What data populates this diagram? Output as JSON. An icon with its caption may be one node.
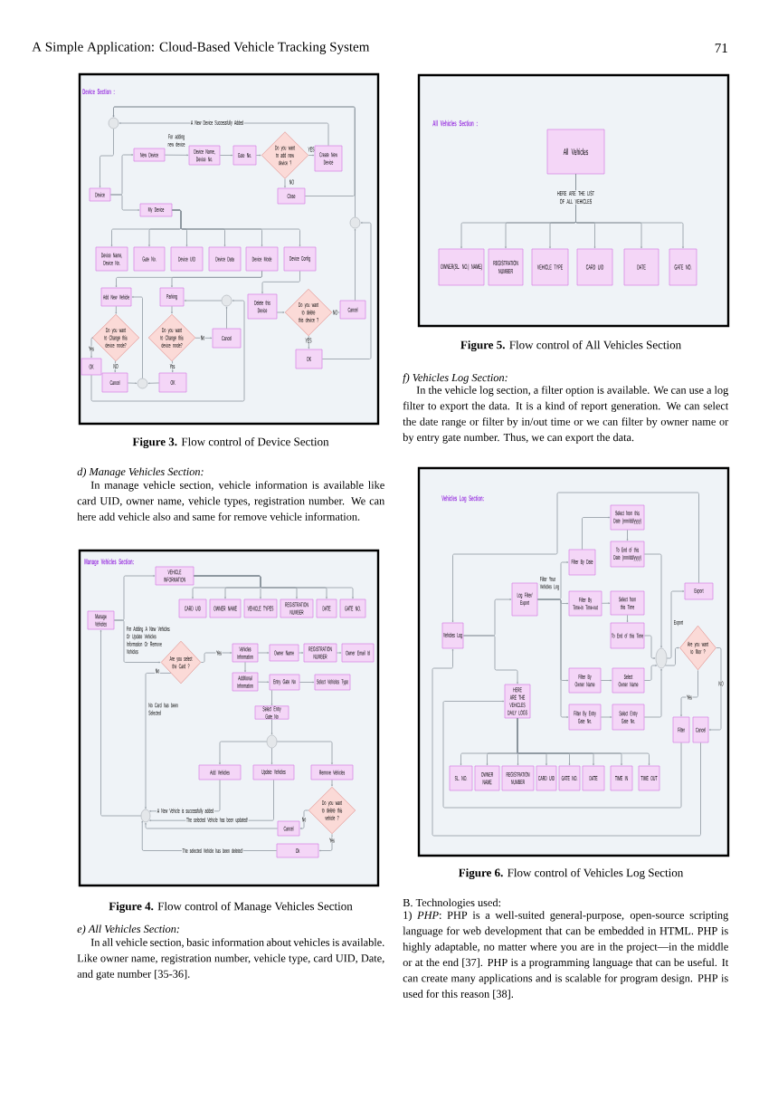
{
  "diagram": {
    "title": "A Simple Application: Cloud-Based Vehicle Tracking System",
    "nodes": [
      {
        "text": [
          "Device Section :"
        ],
        "beside": [
          "**Figure 3.** Flow control of Device Section"
        ]
      },
      {
        "text": [],
        "shape": "circle",
        "in": 0
      },
      {
        "text": [
          "Device"
        ],
        "in": 0
      },
      {
        "text": [
          "New Device"
        ],
        "in": 0
      },
      {
        "text": [
          "My Device"
        ],
        "in": 0
      },
      {
        "text": [
          "Device Name, Device No."
        ],
        "in": 0
      },
      {
        "text": [
          "Gate No."
        ],
        "in": 0
      },
      {
        "text": [
          "Do you want to add new device ?"
        ],
        "in": 0
      },
      {
        "text": [
          "Create New Device"
        ],
        "in": 0
      },
      {
        "text": [
          "Close"
        ],
        "in": 0
      },
      {
        "text": [],
        "shape": "circle",
        "in": 0
      },
      {
        "text": [
          "Device Name, Device No."
        ],
        "in": 0
      },
      {
        "text": [
          "Gate No."
        ],
        "in": 0
      },
      {
        "text": [
          "Device UID"
        ],
        "in": 0
      },
      {
        "text": [
          "Device Data"
        ],
        "in": 0
      },
      {
        "text": [
          "Device Mode"
        ],
        "in": 0
      },
      {
        "text": [
          "Device Config"
        ],
        "in": 0
      },
      {
        "text": [
          "Add New Vehicle"
        ],
        "in": 0
      },
      {
        "text": [
          "Parking"
        ],
        "in": 0
      },
      {
        "text": [],
        "shape": "circle",
        "in": 0
      },
      {
        "text": [
          "Delete this Device"
        ],
        "in": 0
      },
      {
        "text": [
          "Do you want to delete this device ?"
        ],
        "in": 0
      },
      {
        "text": [
          "Cancel"
        ],
        "in": 0
      },
      {
        "text": [
          "Do you want to Change this device mode?"
        ],
        "in": 0
      },
      {
        "text": [
          "Do you want to Change this device mode?"
        ],
        "in": 0
      },
      {
        "text": [
          "Cancel"
        ],
        "in": 0
      },
      {
        "text": [
          "OK"
        ],
        "in": 0
      },
      {
        "text": [
          "OK"
        ],
        "in": 0
      },
      {
        "text": [
          "Cancel"
        ],
        "in": 0
      },
      {
        "text": [],
        "shape": "circle",
        "in": 0
      },
      {
        "text": [
          "OK"
        ],
        "in": 0
      },
      {
        "text": [
          "Manage Vehicles Section:"
        ],
        "beside": [
          "**Figure 4.** Flow control of Manage Vehicles Section"
        ]
      },
      {
        "text": [
          "VEHICLE INFORMATION"
        ],
        "in": 31
      },
      {
        "text": [
          "CARD UID"
        ],
        "in": 31
      },
      {
        "text": [
          "OWNER NAME"
        ],
        "in": 31
      },
      {
        "text": [
          "VEHICLE TYPES"
        ],
        "in": 31
      },
      {
        "text": [
          "REGISTRATION NUMBER"
        ],
        "in": 31
      },
      {
        "text": [
          "DATE"
        ],
        "in": 31
      },
      {
        "text": [
          "GATE NO."
        ],
        "in": 31
      },
      {
        "text": [
          "Manage Vehicles"
        ],
        "in": 31
      },
      {
        "text": [
          "Are you select the Card ?"
        ],
        "in": 31
      },
      {
        "text": [
          "Vehicles Information"
        ],
        "in": 31
      },
      {
        "text": [
          "Owner Name"
        ],
        "in": 31
      },
      {
        "text": [
          "REGISTRATION NUMBER"
        ],
        "in": 31
      },
      {
        "text": [
          "Owner Email Id"
        ],
        "in": 31
      },
      {
        "text": [
          "Additional Information"
        ],
        "in": 31
      },
      {
        "text": [
          "Entry Gate No"
        ],
        "in": 31
      },
      {
        "text": [
          "Select Vehicles Type"
        ],
        "in": 31
      },
      {
        "text": [
          "Select Entry Gate No"
        ],
        "in": 31
      },
      {
        "text": [],
        "shape": "circle",
        "in": 31
      },
      {
        "text": [
          "Add Vehicles"
        ],
        "in": 31
      },
      {
        "text": [
          "Update Vehicles"
        ],
        "in": 31
      },
      {
        "text": [
          "Remove Vehicles"
        ],
        "in": 31
      },
      {
        "text": [
          "Do you want to delete this vehicle ?"
        ],
        "in": 31
      },
      {
        "text": [],
        "shape": "circle",
        "in": 31
      },
      {
        "text": [
          "Cancel"
        ],
        "in": 31
      },
      {
        "text": [
          "Ok"
        ],
        "in": 31
      },
      {
        "text": [
          "All Vehicles Section :"
        ],
        "beside": [
          "**Figure 5.** Flow control of All Vehicles Section"
        ]
      },
      {
        "text": [
          "All Vehicles"
        ],
        "in": 57
      },
      {
        "text": [
          "OWNER(SL. NO.| NAME)"
        ],
        "in": 57
      },
      {
        "text": [
          "REGISTRATION NUMBER"
        ],
        "in": 57
      },
      {
        "text": [
          "VEHICLE TYPE"
        ],
        "in": 57
      },
      {
        "text": [
          "CARD UID"
        ],
        "in": 57
      },
      {
        "text": [
          "DATE"
        ],
        "in": 57
      },
      {
        "text": [
          "GATE NO."
        ],
        "in": 57
      },
      {
        "text": [
          "Vehicles Log Section:"
        ],
        "beside": [
          "**Figure 6.** Flow control of Vehicles Log Section"
        ]
      },
      {
        "text": [
          "Select from this Date (mm/dd/yyyy)"
        ],
        "in": 65
      },
      {
        "text": [
          "To End of this Date (mm/dd/yyyy)"
        ],
        "in": 65
      },
      {
        "text": [
          "Filter By Date"
        ],
        "in": 65
      },
      {
        "text": [
          "Log Filter/ Export"
        ],
        "in": 65
      },
      {
        "text": [
          "Export"
        ],
        "in": 65
      },
      {
        "text": [
          "Filter By Time-in Time-out"
        ],
        "in": 65
      },
      {
        "text": [
          "Select from this Time"
        ],
        "in": 65
      },
      {
        "text": [
          "Vehicles Log"
        ],
        "in": 65
      },
      {
        "text": [
          "To End of this Time"
        ],
        "in": 65
      },
      {
        "text": [
          "Are you want to filter ?"
        ],
        "in": 65
      },
      {
        "text": [],
        "shape": "circle",
        "in": 65
      },
      {
        "text": [
          "Filter By Owner Name"
        ],
        "in": 65
      },
      {
        "text": [
          "Select Owner Name"
        ],
        "in": 65
      },
      {
        "text": [
          "HERE ARE THE VEHICLES DAILY LOGS"
        ],
        "in": 65
      },
      {
        "text": [
          "Filter By Entry Gate No."
        ],
        "in": 65
      },
      {
        "text": [
          "Select Entry Gate No."
        ],
        "in": 65
      },
      {
        "text": [
          "Filter"
        ],
        "in": 65
      },
      {
        "text": [
          "Cancel"
        ],
        "in": 65
      },
      {
        "text": [
          "SL. NO."
        ],
        "in": 65
      },
      {
        "text": [
          "OWNER NAME"
        ],
        "in": 65
      },
      {
        "text": [
          "REGISTRATION NUMBER"
        ],
        "in": 65
      },
      {
        "text": [
          "CARD UID"
        ],
        "in": 65
      },
      {
        "text": [
          "GATE NO."
        ],
        "in": 65
      },
      {
        "text": [
          "DATE"
        ],
        "in": 65
      },
      {
        "text": [
          "TIME IN"
        ],
        "in": 65
      },
      {
        "text": [
          "TIME OUT"
        ],
        "in": 65
      }
    ],
    "edges": [
      {
        "from": 1,
        "to": 2,
        "arrow": "to"
      },
      {
        "from": 2,
        "to": 3,
        "arrow": "to"
      },
      {
        "from": 2,
        "to": 4,
        "arrow": "to"
      },
      {
        "from": 3,
        "to": 5,
        "arrow": "to",
        "label": "For adding new device"
      },
      {
        "from": 5,
        "to": 6,
        "arrow": "to"
      },
      {
        "from": 6,
        "to": 7,
        "arrow": "to"
      },
      {
        "from": 7,
        "to": 8,
        "arrow": "to",
        "label": "YES"
      },
      {
        "from": 7,
        "to": 9,
        "arrow": "to",
        "label": "NO"
      },
      {
        "from": 8,
        "to": 1,
        "arrow": "to",
        "label": "A New Device Successfully Added"
      },
      {
        "from": 9,
        "to": 1,
        "arrow": "to"
      },
      {
        "from": 10,
        "to": 1,
        "arrow": "to"
      },
      {
        "from": 4,
        "to": 11,
        "arrow": "to"
      },
      {
        "from": 4,
        "to": 12,
        "arrow": "to"
      },
      {
        "from": 4,
        "to": 13,
        "arrow": "to"
      },
      {
        "from": 4,
        "to": 14,
        "arrow": "to"
      },
      {
        "from": 4,
        "to": 15,
        "arrow": "to"
      },
      {
        "from": 4,
        "to": 16,
        "arrow": "to"
      },
      {
        "from": 15,
        "to": 17,
        "arrow": "to"
      },
      {
        "from": 15,
        "to": 18,
        "arrow": "to"
      },
      {
        "from": 16,
        "to": 20,
        "arrow": "to"
      },
      {
        "from": 17,
        "to": 23,
        "arrow": "to"
      },
      {
        "from": 23,
        "to": 26,
        "arrow": "to",
        "label": "Yes"
      },
      {
        "from": 23,
        "to": 28,
        "arrow": "to",
        "label": "NO"
      },
      {
        "from": 28,
        "to": 29,
        "arrow": "to"
      },
      {
        "from": 30,
        "to": 29,
        "arrow": "to"
      },
      {
        "from": 29,
        "to": 17,
        "arrow": "to"
      },
      {
        "from": 18,
        "to": 24,
        "arrow": "to"
      },
      {
        "from": 24,
        "to": 25,
        "arrow": "to",
        "label": "No"
      },
      {
        "from": 24,
        "to": 30,
        "arrow": "to",
        "label": "Yes"
      },
      {
        "from": 25,
        "to": 19,
        "arrow": "to"
      },
      {
        "from": 19,
        "to": 18,
        "arrow": "to"
      },
      {
        "from": 26,
        "to": 19,
        "arrow": "to"
      },
      {
        "from": 20,
        "to": 21,
        "arrow": "to"
      },
      {
        "from": 21,
        "to": 22,
        "arrow": "to",
        "label": "NO"
      },
      {
        "from": 21,
        "to": 27,
        "arrow": "to",
        "label": "YES"
      },
      {
        "from": 27,
        "to": 10,
        "arrow": "to"
      },
      {
        "from": 22,
        "to": 10,
        "arrow": "to"
      },
      {
        "from": 39,
        "to": 32,
        "arrow": "to"
      },
      {
        "from": 32,
        "to": 33,
        "arrow": "to"
      },
      {
        "from": 32,
        "to": 34,
        "arrow": "to"
      },
      {
        "from": 32,
        "to": 35,
        "arrow": "to"
      },
      {
        "from": 32,
        "to": 36,
        "arrow": "to"
      },
      {
        "from": 32,
        "to": 37,
        "arrow": "to"
      },
      {
        "from": 32,
        "to": 38,
        "arrow": "to"
      },
      {
        "from": 39,
        "to": 40,
        "arrow": "to",
        "label": "For Adding A New Vehicles Or Update Vehicles Information Or Remove Vehicles"
      },
      {
        "from": 40,
        "to": 41,
        "arrow": "to",
        "label": "Yes"
      },
      {
        "from": 40,
        "to": 54,
        "arrow": "to",
        "label": "No"
      },
      {
        "from": 41,
        "to": 42,
        "arrow": "to"
      },
      {
        "from": 42,
        "to": 43,
        "arrow": "to"
      },
      {
        "from": 43,
        "to": 44,
        "arrow": "to"
      },
      {
        "from": 41,
        "to": 45,
        "arrow": "to"
      },
      {
        "from": 45,
        "to": 46,
        "arrow": "to"
      },
      {
        "from": 46,
        "to": 47,
        "arrow": "to"
      },
      {
        "from": 46,
        "to": 48,
        "arrow": "to"
      },
      {
        "from": 48,
        "to": 49,
        "arrow": "to"
      },
      {
        "from": 49,
        "to": 50,
        "arrow": "to"
      },
      {
        "from": 49,
        "to": 51,
        "arrow": "to"
      },
      {
        "from": 49,
        "to": 52,
        "arrow": "to"
      },
      {
        "from": 50,
        "to": 54,
        "arrow": "to",
        "label": "A New Vehicle is successfully added"
      },
      {
        "from": 51,
        "to": 54,
        "arrow": "to",
        "label": "The selected Vehicle has been updated!"
      },
      {
        "from": 52,
        "to": 53,
        "arrow": "to"
      },
      {
        "from": 53,
        "to": 55,
        "arrow": "to",
        "label": "No"
      },
      {
        "from": 53,
        "to": 56,
        "arrow": "to",
        "label": "Yes"
      },
      {
        "from": 55,
        "to": 54,
        "arrow": "to"
      },
      {
        "from": 56,
        "to": 54,
        "arrow": "to",
        "label": "The selected Vehicle has been deleted!"
      },
      {
        "from": 54,
        "to": 39,
        "arrow": "to"
      },
      {
        "from": 58,
        "to": 59,
        "arrow": "to",
        "label": "HERE ARE THE LIST OF ALL VEHICLES"
      },
      {
        "from": 58,
        "to": 60,
        "arrow": "to"
      },
      {
        "from": 58,
        "to": 61,
        "arrow": "to"
      },
      {
        "from": 58,
        "to": 62,
        "arrow": "to"
      },
      {
        "from": 58,
        "to": 63,
        "arrow": "to"
      },
      {
        "from": 58,
        "to": 64,
        "arrow": "to"
      },
      {
        "from": 73,
        "to": 69,
        "arrow": "to"
      },
      {
        "from": 73,
        "to": 79,
        "arrow": "to"
      },
      {
        "from": 69,
        "to": 68,
        "arrow": "to",
        "label": "Filter Your Vehicles Log"
      },
      {
        "from": 69,
        "to": 71,
        "arrow": "to"
      },
      {
        "from": 69,
        "to": 77,
        "arrow": "to"
      },
      {
        "from": 69,
        "to": 80,
        "arrow": "to"
      },
      {
        "from": 68,
        "to": 66,
        "arrow": "to"
      },
      {
        "from": 66,
        "to": 67,
        "arrow": "to"
      },
      {
        "from": 67,
        "to": 76,
        "arrow": "to"
      },
      {
        "from": 71,
        "to": 72,
        "arrow": "to"
      },
      {
        "from": 72,
        "to": 74,
        "arrow": "to"
      },
      {
        "from": 74,
        "to": 76,
        "arrow": "to"
      },
      {
        "from": 77,
        "to": 78,
        "arrow": "to"
      },
      {
        "from": 78,
        "to": 76,
        "arrow": "to"
      },
      {
        "from": 80,
        "to": 81,
        "arrow": "to"
      },
      {
        "from": 81,
        "to": 76,
        "arrow": "to"
      },
      {
        "from": 76,
        "to": 70,
        "arrow": "to",
        "label": "Export"
      },
      {
        "from": 76,
        "to": 75,
        "arrow": "to"
      },
      {
        "from": 75,
        "to": 82,
        "arrow": "to",
        "label": "Yes"
      },
      {
        "from": 75,
        "to": 83,
        "arrow": "to",
        "label": "NO"
      },
      {
        "from": 82,
        "to": 79,
        "arrow": "to"
      },
      {
        "from": 83,
        "to": 73,
        "arrow": "to"
      },
      {
        "from": 79,
        "to": 84,
        "arrow": "to"
      },
      {
        "from": 79,
        "to": 85,
        "arrow": "to"
      },
      {
        "from": 79,
        "to": 86,
        "arrow": "to"
      },
      {
        "from": 79,
        "to": 87,
        "arrow": "to"
      },
      {
        "from": 79,
        "to": 88,
        "arrow": "to"
      },
      {
        "from": 79,
        "to": 89,
        "arrow": "to"
      },
      {
        "from": 79,
        "to": 90,
        "arrow": "to"
      },
      {
        "from": 79,
        "to": 91,
        "arrow": "to"
      },
      {
        "from": 70,
        "to": 73,
        "arrow": "to"
      }
    ],
    "labels": [
      "71",
      "d) Manage Vehicles Section:",
      "In manage vehicle section, vehicle information is available like card UID, owner name, vehicle types, registration number. We can here add vehicle also and same for remove vehicle information.",
      "e) All Vehicles Section:",
      "In all vehicle section, basic information about vehicles is available. Like owner name, registration number, vehicle type, card UID, Date, and gate number [35-36].",
      "f) Vehicles Log Section:",
      "In the vehicle log section, a filter option is available. We can use a log filter to export the data. It is a kind of report generation. We can select the date range or filter by in/out time or we can filter by owner name or by entry gate number. Thus, we can export the data.",
      "B. Technologies used:",
      "1) *PHP*: PHP is a well-suited general-purpose, open-source scripting language for web development that can be embedded in HTML. PHP is highly adaptable, no matter where you are in the project—in the middle or at the end [37]. PHP is a programming language that can be useful. It can create many applications and is scalable for program design. PHP is used for this reason [38].",
      "No Card has been Selected"
    ]
  }
}
